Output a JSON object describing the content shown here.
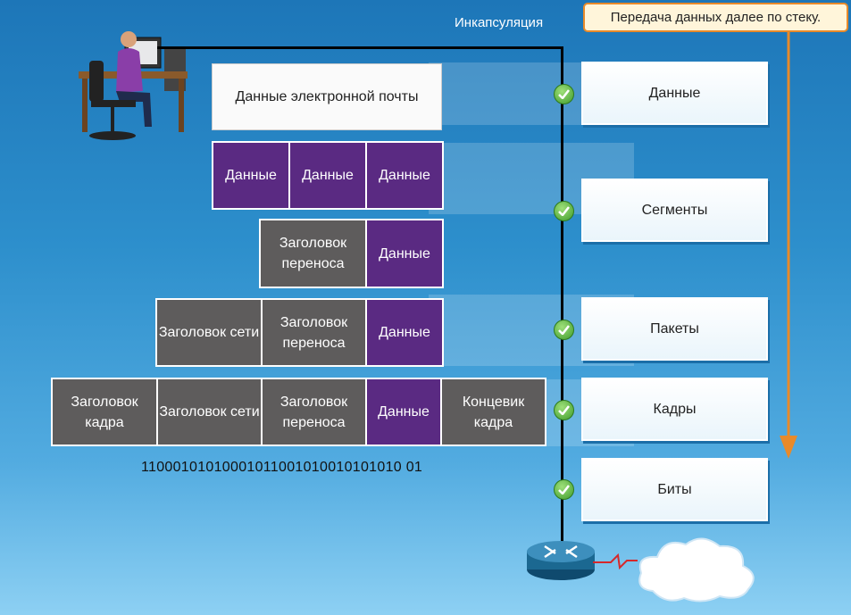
{
  "encapsulation_label": "Инкапсуляция",
  "callout_text": "Передача данных далее по стеку.",
  "email_data_label": "Данные электронной почты",
  "data_label": "Данные",
  "transport_header": "Заголовок переноса",
  "network_header": "Заголовок сети",
  "frame_header": "Заголовок кадра",
  "frame_trailer": "Концевик кадра",
  "bits_string": "11000101010001011001010010101010 01",
  "layers": [
    "Данные",
    "Сегменты",
    "Пакеты",
    "Кадры",
    "Биты"
  ],
  "colors": {
    "data_block": "#5a2a82",
    "header_block": "#5e5c5c",
    "arrow": "#e88a2a",
    "check": "#4caf3a"
  }
}
